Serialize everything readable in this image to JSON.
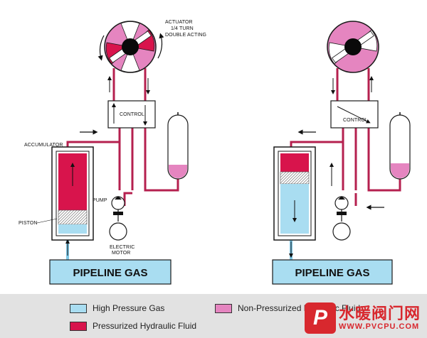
{
  "colors": {
    "high_pressure_gas": "#a9ddf1",
    "pressurized_hydraulic_fluid": "#d8144c",
    "non_pressurized_hydraulic_fluid": "#e585c0",
    "pipe": "#b5204f",
    "outline": "#1a1a1a",
    "legend_bg": "#e2e2e2",
    "watermark": "#d8282e"
  },
  "labels": {
    "actuator_line1": "ACTUATOR",
    "actuator_line2": "1/4 TURN",
    "actuator_line3": "DOUBLE ACTING",
    "control_left": "CONTROL",
    "control_right": "CONTROL",
    "accumulator": "ACCUMULATOR",
    "pump": "PUMP",
    "piston": "PISTON",
    "electric_motor_line1": "ELECTRIC",
    "electric_motor_line2": "MOTOR",
    "pipeline_gas_left": "PIPELINE GAS",
    "pipeline_gas_right": "PIPELINE GAS"
  },
  "legend": {
    "high_pressure_gas": "High Pressure Gas",
    "pressurized_hydraulic_fluid": "Pressurized Hydraulic Fluid",
    "non_pressurized_hydraulic_fluid": "Non-Pressurized Hydraulic Fluid"
  },
  "watermark": {
    "logo_letter": "P",
    "brand": "水暖阀门网",
    "url": "WWW.PVCPU.COM"
  }
}
